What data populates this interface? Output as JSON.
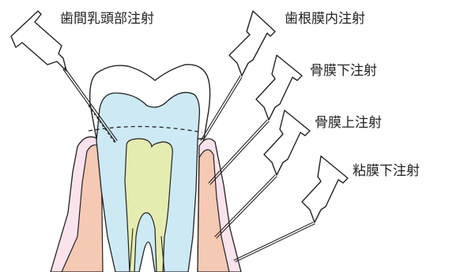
{
  "labels": {
    "interdental_papilla": "歯間乳頭部注射",
    "periodontal_ligament": "歯根膜内注射",
    "subperiosteal": "骨膜下注射",
    "supraperiosteal": "骨膜上注射",
    "submucosal": "粘膜下注射"
  },
  "colors": {
    "gingiva": "#fbe3ee",
    "bone": "#f6c9b4",
    "crown": "#ffffff",
    "dentin": "#cdeaf4",
    "pulp": "#e6ecb0",
    "line": "#222222"
  }
}
